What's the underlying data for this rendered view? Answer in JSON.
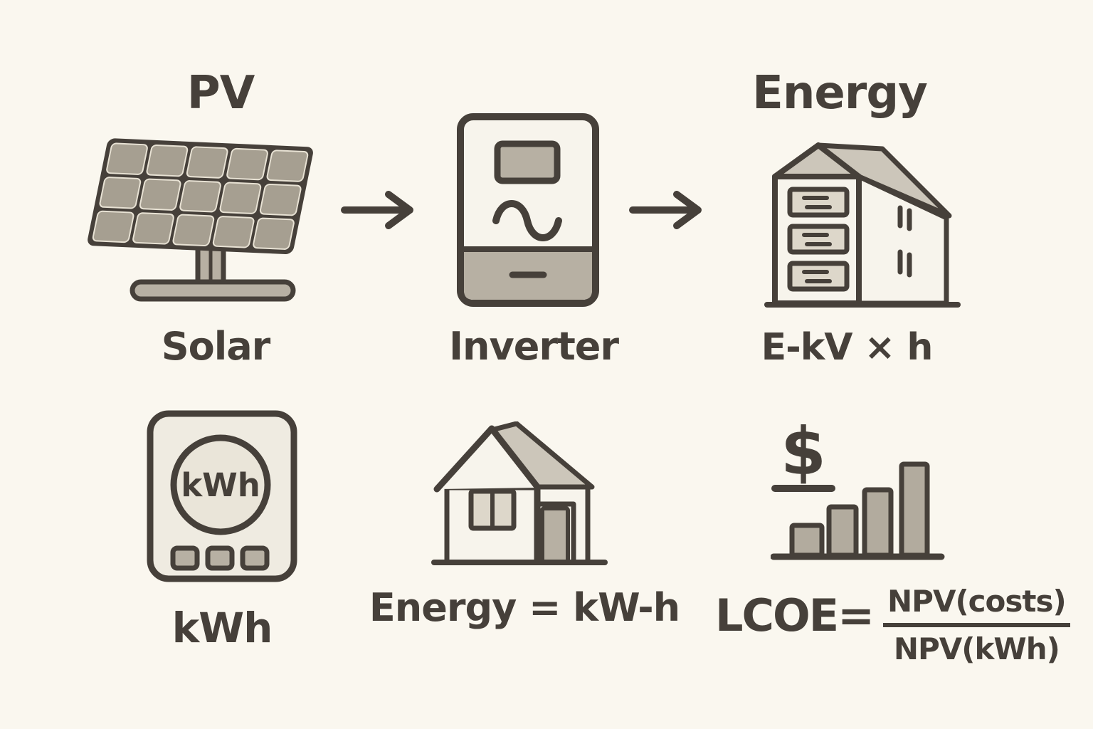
{
  "palette": {
    "background": "#faf7ef",
    "ink": "#46403a",
    "panel_cell": "#a69f91",
    "light_fill": "#f7f4ec",
    "gray_fill": "#b7b0a3",
    "roof_gray": "#ccc6ba",
    "meter_body": "#efebe1",
    "window_fill": "#ddd7ca",
    "bar_fill": "#b2ab9e"
  },
  "flow": {
    "pv": {
      "title": "PV",
      "label": "Solar"
    },
    "inverter": {
      "label": "Inverter"
    },
    "energy": {
      "title": "Energy",
      "label": "E-kV × h"
    }
  },
  "bottom": {
    "meter": {
      "display": "kWh",
      "label": "kWh"
    },
    "house": {
      "label": "Energy = kW-h"
    },
    "lcoe": {
      "currency": "$",
      "lhs": "LCOE=",
      "numerator": "NPV(costs)",
      "denominator": "NPV(kWh)"
    }
  }
}
